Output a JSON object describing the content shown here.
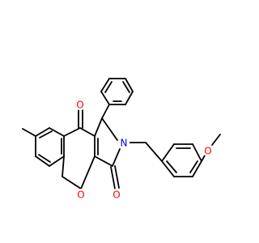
{
  "atoms": [
    {
      "id": "o-ketone",
      "symbol": "O",
      "color": "#ff0000"
    },
    {
      "id": "n-ring",
      "symbol": "N",
      "color": "#0000ff"
    },
    {
      "id": "o-lactam",
      "symbol": "O",
      "color": "#ff0000"
    },
    {
      "id": "o-pyran",
      "symbol": "O",
      "color": "#ff0000"
    },
    {
      "id": "o-methoxy",
      "symbol": "O",
      "color": "#ff0000"
    }
  ],
  "colors": {
    "background": "#ffffff",
    "bond": "#000000"
  }
}
